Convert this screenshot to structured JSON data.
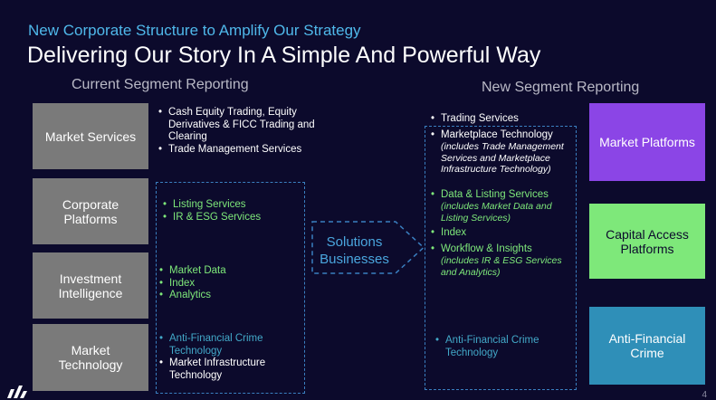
{
  "header": {
    "subtitle": "New Corporate Structure to Amplify Our Strategy",
    "title": "Delivering Our Story In A Simple And Powerful Way"
  },
  "current": {
    "heading": "Current Segment Reporting",
    "segments": [
      {
        "label": "Market Services",
        "bullets": [
          "Cash Equity Trading, Equity Derivatives & FICC Trading and Clearing",
          "Trade Management Services"
        ]
      },
      {
        "label": "Corporate Platforms",
        "bullets": [
          "Listing Services",
          "IR & ESG Services"
        ]
      },
      {
        "label": "Investment Intelligence",
        "bullets": [
          "Market Data",
          "Index",
          "Analytics"
        ]
      },
      {
        "label": "Market Technology",
        "bullets": [
          "Anti-Financial Crime Technology",
          "Market Infrastructure Technology"
        ]
      }
    ]
  },
  "center": {
    "label": "Solutions Businesses"
  },
  "new": {
    "heading": "New Segment Reporting",
    "items": [
      {
        "label": "Trading Services",
        "sub": ""
      },
      {
        "label": "Marketplace Technology",
        "sub": "(includes Trade Management Services and Marketplace Infrastructure Technology)"
      },
      {
        "label": "Data & Listing Services",
        "sub": "(includes Market Data and Listing Services)"
      },
      {
        "label": "Index",
        "sub": ""
      },
      {
        "label": "Workflow & Insights",
        "sub": "(includes IR & ESG Services and Analytics)"
      },
      {
        "label": "Anti-Financial Crime Technology",
        "sub": ""
      }
    ],
    "segments": [
      {
        "label": "Market Platforms",
        "color": "#8b45e6",
        "text_color": "#ffffff"
      },
      {
        "label": "Capital Access Platforms",
        "color": "#7ee87a",
        "text_color": "#0c0a2c"
      },
      {
        "label": "Anti-Financial Crime",
        "color": "#2f8fb8",
        "text_color": "#ffffff"
      }
    ]
  },
  "footer": {
    "page_number": "4",
    "logo_icon": "nasdaq-logo-icon"
  },
  "colors": {
    "background": "#0c0a2c",
    "accent_blue": "#4fb8ea",
    "green": "#7ee87a",
    "purple": "#8b45e6",
    "teal": "#2f8fb8",
    "gray": "#7a7a7a"
  }
}
